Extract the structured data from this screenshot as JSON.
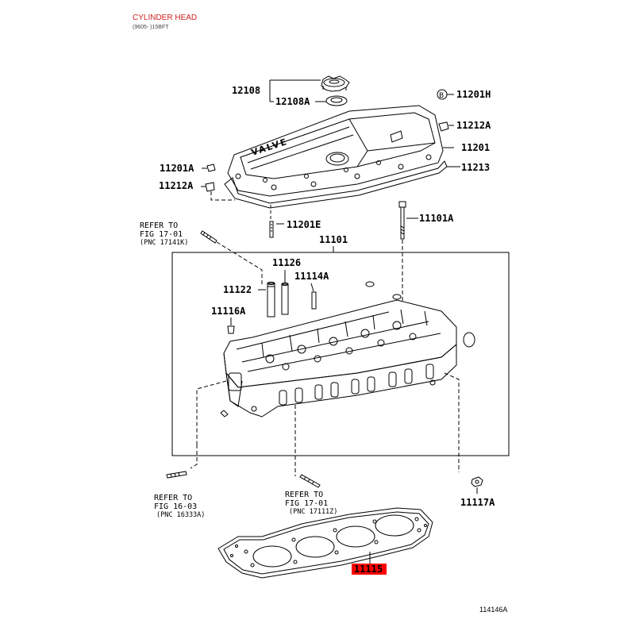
{
  "header": {
    "title": "CYLINDER HEAD",
    "subtitle": "(9605- )15BFT"
  },
  "footer": {
    "figure_number": "114146A"
  },
  "part_numbers": {
    "p12108": "12108",
    "p12108A": "12108A",
    "p11201H": "11201H",
    "p11212A_right": "11212A",
    "p11201": "11201",
    "p11213": "11213",
    "p11201A": "11201A",
    "p11212A_left": "11212A",
    "p11201E": "11201E",
    "p11101A": "11101A",
    "p11101": "11101",
    "p11126": "11126",
    "p11122": "11122",
    "p11114A": "11114A",
    "p11116A": "11116A",
    "p11117A": "11117A",
    "p11115": "11115"
  },
  "references": {
    "ref1": {
      "line1": "REFER TO",
      "line2": "FIG 17-01",
      "line3": "(PNC 17141K)"
    },
    "ref2": {
      "line1": "REFER TO",
      "line2": "FIG 16-03",
      "line3": "(PNC 16333A)"
    },
    "ref3": {
      "line1": "REFER TO",
      "line2": "FIG 17-01",
      "line3": "(PNC 17111Z)"
    }
  },
  "callout_letter": "B",
  "cover_text": "VALVE",
  "colors": {
    "title": "#d42020",
    "highlight": "#ff0000",
    "line": "#000000"
  }
}
